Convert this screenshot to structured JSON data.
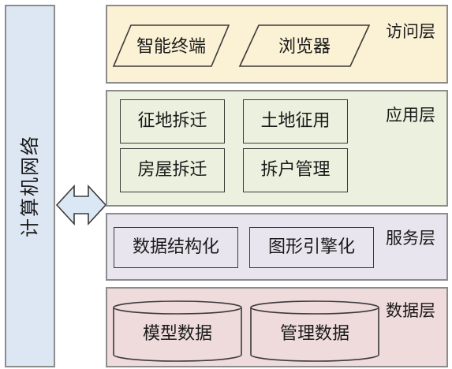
{
  "network": {
    "label": "计算机网络",
    "color": "#dde7f3"
  },
  "access_layer": {
    "label": "访问层",
    "color": "#fbf1d4",
    "items": [
      {
        "label": "智能终端"
      },
      {
        "label": "浏览器"
      }
    ]
  },
  "application_layer": {
    "label": "应用层",
    "color": "#ebf1de",
    "items": [
      {
        "label": "征地拆迁"
      },
      {
        "label": "土地征用"
      },
      {
        "label": "房屋拆迁"
      },
      {
        "label": "拆户管理"
      }
    ]
  },
  "service_layer": {
    "label": "服务层",
    "color": "#e9e5ef",
    "items": [
      {
        "label": "数据结构化"
      },
      {
        "label": "图形引擎化"
      }
    ]
  },
  "data_layer": {
    "label": "数据层",
    "color": "#efdbdb",
    "items": [
      {
        "label": "模型数据"
      },
      {
        "label": "管理数据"
      }
    ]
  },
  "arrow_color": "#dae8f5"
}
